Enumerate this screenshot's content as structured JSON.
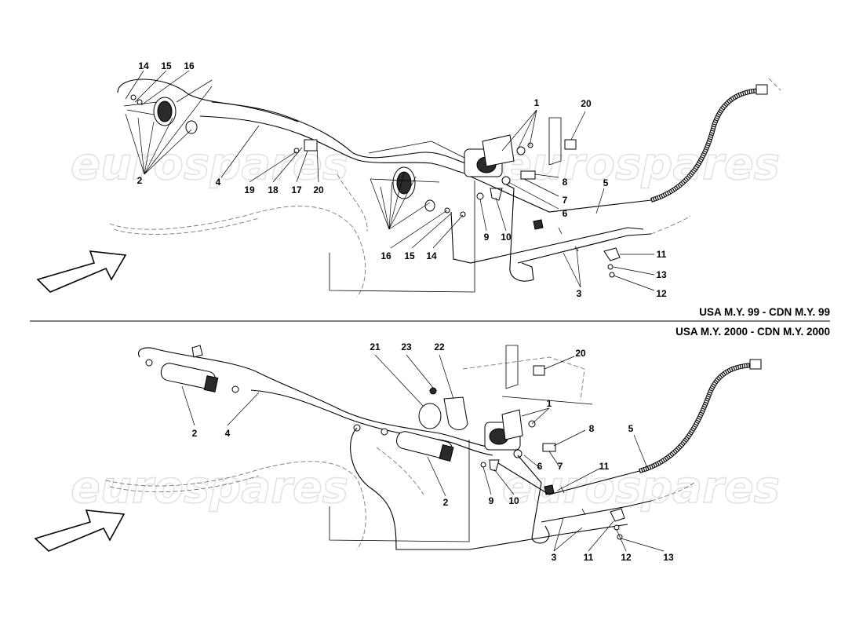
{
  "diagram": {
    "watermark": "eurospares",
    "captions": {
      "top": "USA M.Y. 99 - CDN M.Y. 99",
      "bottom": "USA M.Y. 2000 - CDN M.Y. 2000"
    },
    "top_labels": [
      "14",
      "15",
      "16",
      "1",
      "20",
      "2",
      "4",
      "19",
      "18",
      "17",
      "20",
      "5",
      "8",
      "7",
      "6",
      "9",
      "10",
      "16",
      "15",
      "14",
      "11",
      "13",
      "3",
      "12"
    ],
    "bottom_labels": [
      "21",
      "23",
      "22",
      "20",
      "1",
      "8",
      "5",
      "2",
      "4",
      "6",
      "7",
      "11",
      "9",
      "10",
      "2",
      "3",
      "11",
      "12",
      "13"
    ]
  }
}
